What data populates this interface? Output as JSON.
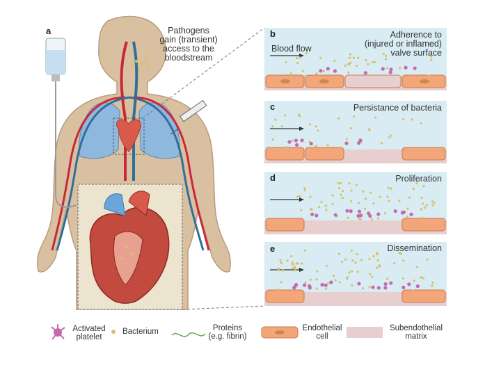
{
  "panel_a": {
    "letter": "a",
    "caption": "Pathogens\ngain (transient)\naccess to the\nbloodstream"
  },
  "panel_b": {
    "letter": "b",
    "caption": "Adherence to\n(injured or inflamed)\nvalve surface",
    "arrow_label": "Blood flow"
  },
  "panel_c": {
    "letter": "c",
    "caption": "Persistance of bacteria"
  },
  "panel_d": {
    "letter": "d",
    "caption": "Proliferation"
  },
  "panel_e": {
    "letter": "e",
    "caption": "Dissemination"
  },
  "legend": {
    "platelet": "Activated\nplatelet",
    "bacterium": "Bacterium",
    "proteins": "Proteins\n(e.g. fibrin)",
    "endothelial": "Endothelial\ncell",
    "subendothelial": "Subendothelial\nmatrix"
  },
  "colors": {
    "body_skin": "#d9c0a0",
    "artery": "#c8283a",
    "vein": "#2f6f9a",
    "lung": "#8fb8de",
    "heart": "#d95a4a",
    "endothelial": "#f2a67a",
    "bacterium": "#d8c064",
    "platelet": "#c46bb0",
    "fibrin": "#6ea84e",
    "blood_bg": "#d9ecf4",
    "matrix": "#e8cfcf"
  }
}
